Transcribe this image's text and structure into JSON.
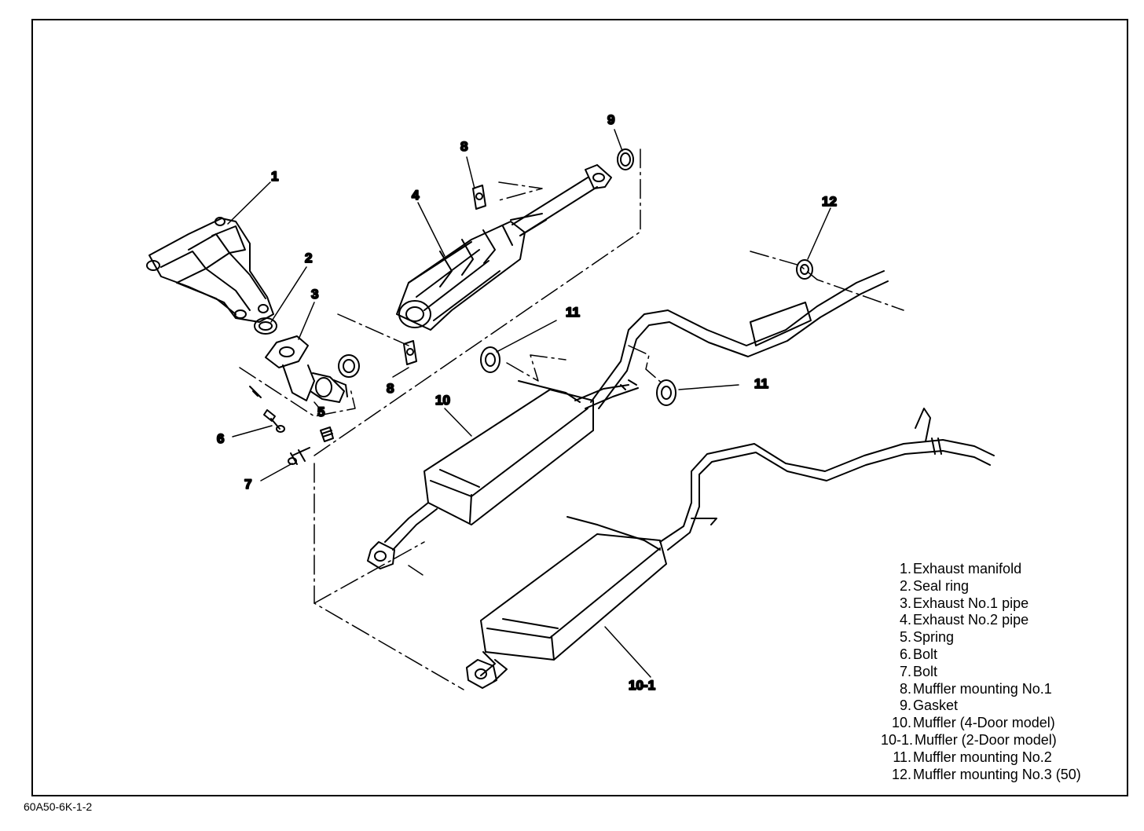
{
  "callouts": {
    "c1": "1",
    "c2": "2",
    "c3": "3",
    "c4": "4",
    "c5": "5",
    "c6": "6",
    "c7": "7",
    "c8a": "8",
    "c8b": "8",
    "c9": "9",
    "c10": "10",
    "c10_1": "10-1",
    "c11a": "11",
    "c11b": "11",
    "c12": "12"
  },
  "legend": [
    {
      "num": "1.",
      "label": "Exhaust manifold"
    },
    {
      "num": "2.",
      "label": "Seal ring"
    },
    {
      "num": "3.",
      "label": "Exhaust No.1 pipe"
    },
    {
      "num": "4.",
      "label": "Exhaust No.2 pipe"
    },
    {
      "num": "5.",
      "label": "Spring"
    },
    {
      "num": "6.",
      "label": "Bolt"
    },
    {
      "num": "7.",
      "label": "Bolt"
    },
    {
      "num": "8.",
      "label": "Muffler mounting No.1"
    },
    {
      "num": "9.",
      "label": "Gasket"
    },
    {
      "num": "10.",
      "label": "Muffler (4-Door model)"
    },
    {
      "num": "10-1.",
      "label": "Muffler (2-Door model)"
    },
    {
      "num": "11.",
      "label": "Muffler mounting No.2"
    },
    {
      "num": "12.",
      "label": "Muffler mounting No.3 (50)"
    }
  ],
  "figure_code": "60A50-6K-1-2"
}
